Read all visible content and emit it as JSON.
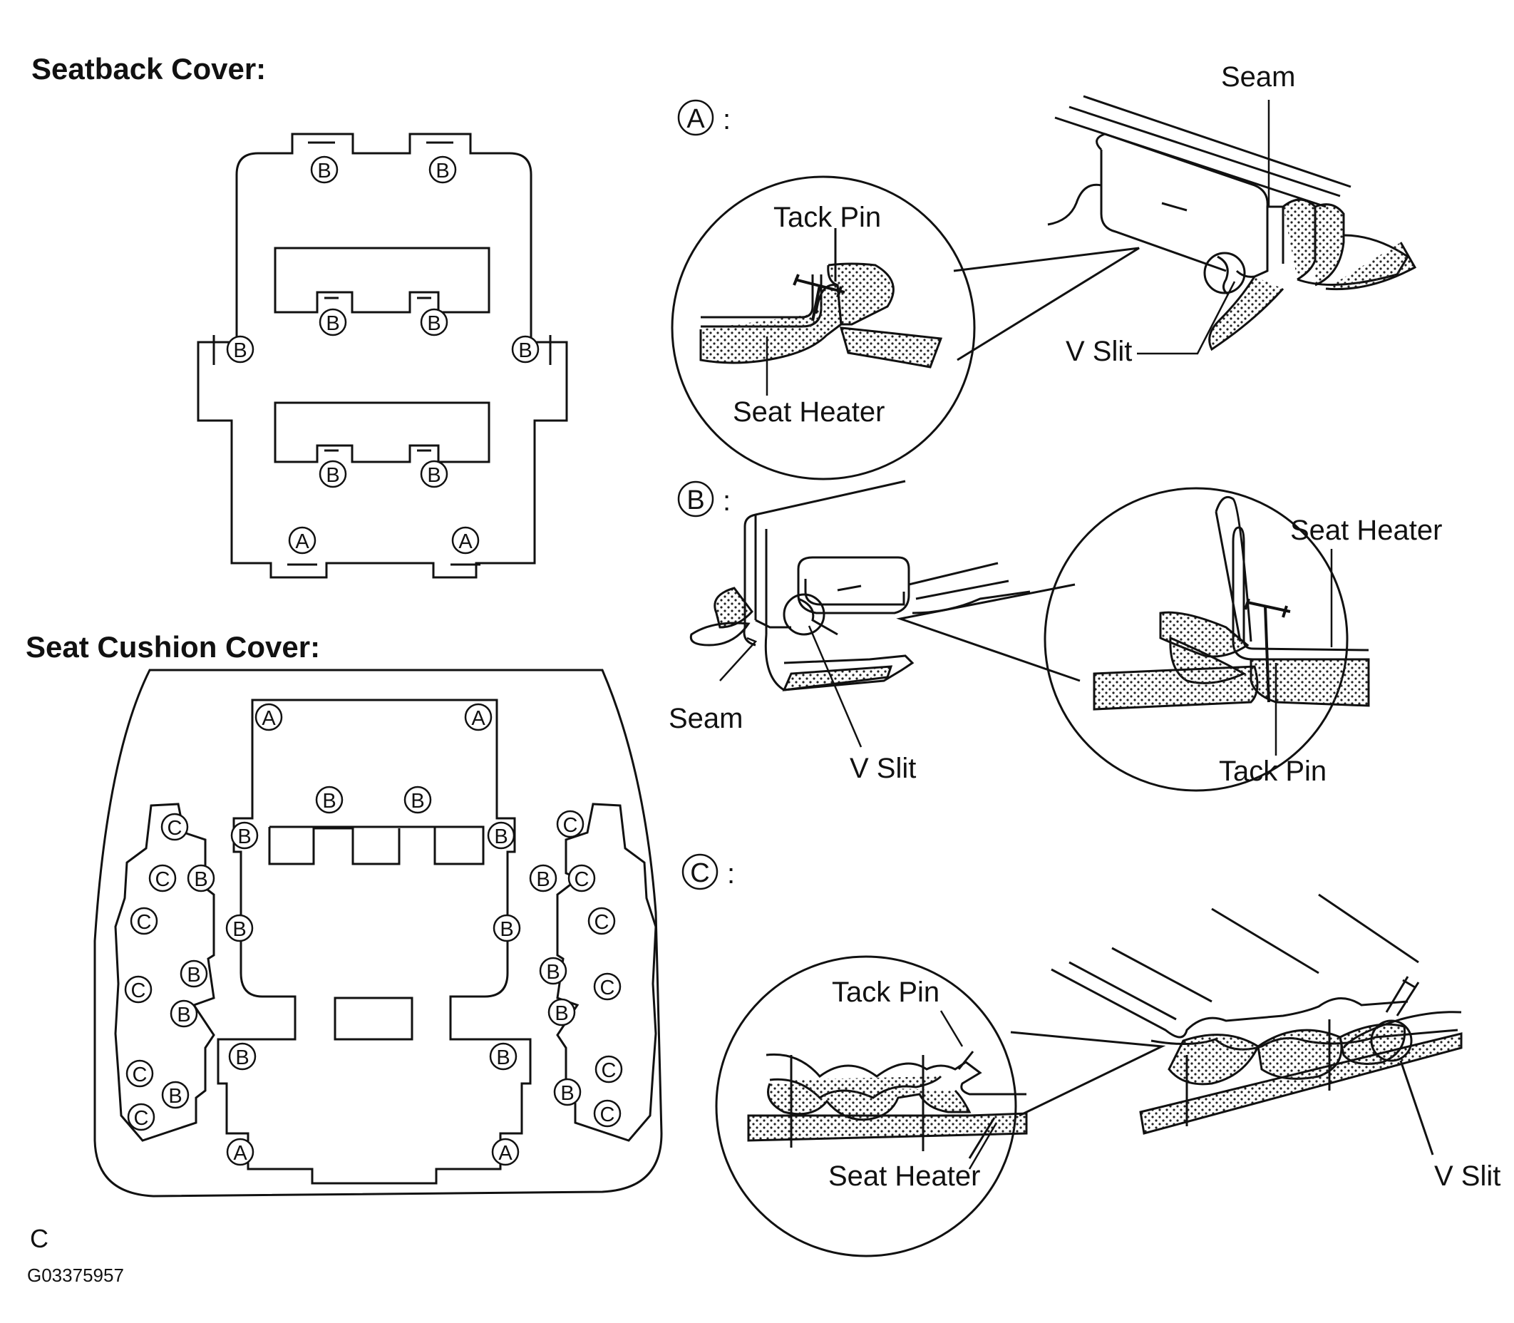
{
  "titles": {
    "seatback": "Seatback Cover:",
    "cushion": "Seat Cushion Cover:"
  },
  "markers": {
    "a": "A",
    "b": "B",
    "c": "C"
  },
  "detail_a": {
    "label": "A",
    "colon": ":",
    "seam": "Seam",
    "tack_pin": "Tack Pin",
    "seat_heater": "Seat Heater",
    "v_slit": "V Slit"
  },
  "detail_b": {
    "label": "B",
    "colon": ":",
    "seam": "Seam",
    "tack_pin": "Tack Pin",
    "seat_heater": "Seat Heater",
    "v_slit": "V Slit"
  },
  "detail_c": {
    "label": "C",
    "colon": ":",
    "tack_pin": "Tack Pin",
    "seat_heater": "Seat Heater",
    "v_slit": "V Slit"
  },
  "footer": {
    "code": "C",
    "figure_id": "G03375957"
  }
}
